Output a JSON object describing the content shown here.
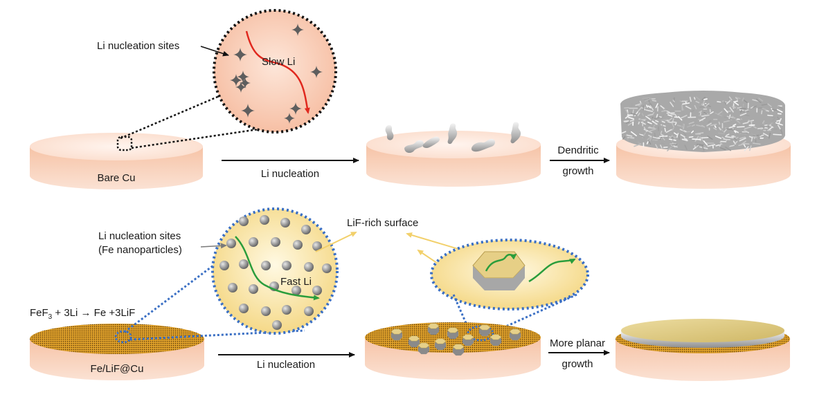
{
  "top_row": {
    "nucleation_sites_label": "Li nucleation sites",
    "slow_li_label": "Slow Li",
    "substrate_label": "Bare Cu",
    "step1_label": "Li nucleation",
    "step2_label_line1": "Dendritic",
    "step2_label_line2": "growth"
  },
  "bottom_row": {
    "nucleation_sites_label_line1": "Li nucleation sites",
    "nucleation_sites_label_line2": "(Fe nanoparticles)",
    "fast_li_label": "Fast Li",
    "surface_label": "LiF-rich surface",
    "reaction": {
      "part1": "FeF",
      "subscript": "3",
      "part2": " + 3Li → Fe +3LiF"
    },
    "substrate_label": "Fe/LiF@Cu",
    "step1_label": "Li nucleation",
    "step2_label_line1": "More planar",
    "step2_label_line2": "growth"
  },
  "colors": {
    "copper_top": "#fde7dc",
    "copper_side": "#f7c5a9",
    "coating": "#e2a52c",
    "slow_path": "#e0281e",
    "fast_path": "#2a9d3c",
    "dotted_zoom_bottom": "#3a6fc4",
    "pointer_yellow": "#f2d06b"
  }
}
